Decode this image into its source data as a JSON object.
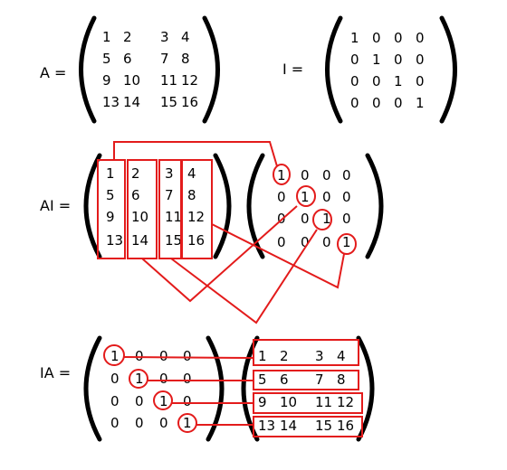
{
  "labels": {
    "A": "A =",
    "I": "I =",
    "AI": "AI =",
    "IA": "IA ="
  },
  "matrices": {
    "A": [
      [
        "1",
        "2",
        "3",
        "4"
      ],
      [
        "5",
        "6",
        "7",
        "8"
      ],
      [
        "9",
        "10",
        "11",
        "12"
      ],
      [
        "13",
        "14",
        "15",
        "16"
      ]
    ],
    "I": [
      [
        "1",
        "0",
        "0",
        "0"
      ],
      [
        "0",
        "1",
        "0",
        "0"
      ],
      [
        "0",
        "0",
        "1",
        "0"
      ],
      [
        "0",
        "0",
        "0",
        "1"
      ]
    ]
  },
  "colors": {
    "highlight": "#e31b1b",
    "text": "#000000",
    "bracket": "#000000",
    "background": "#ffffff"
  }
}
